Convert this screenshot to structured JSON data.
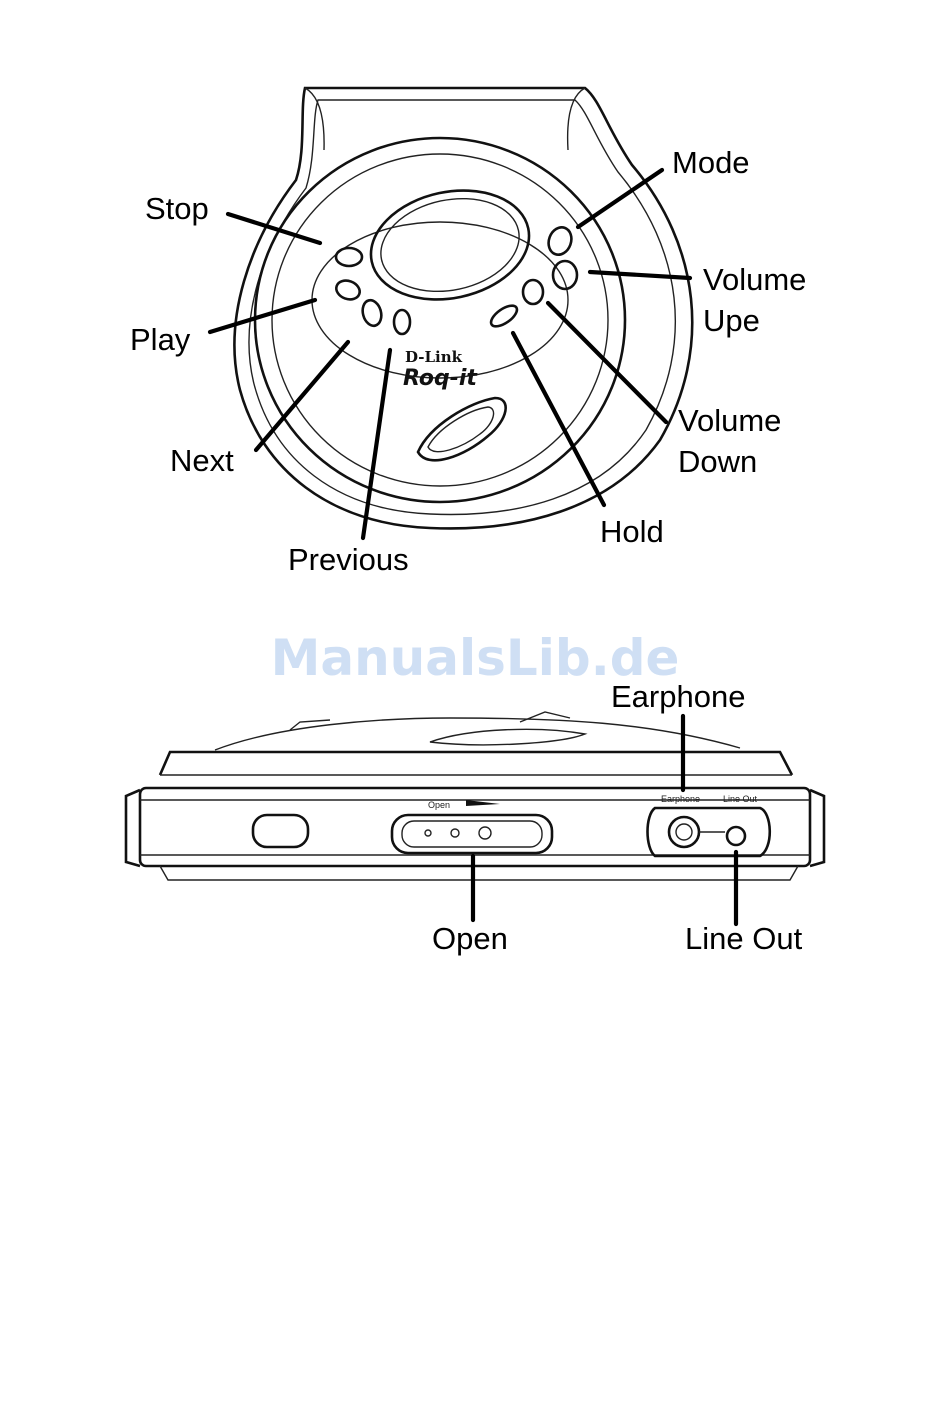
{
  "top_view": {
    "labels": {
      "stop": "Stop",
      "play": "Play",
      "next": "Next",
      "previous": "Previous",
      "mode": "Mode",
      "volume_up_1": "Volume",
      "volume_up_2": "Upe",
      "volume_down_1": "Volume",
      "volume_down_2": "Down",
      "hold": "Hold"
    },
    "brand": {
      "maker": "D-Link",
      "model": "Roq-it"
    }
  },
  "watermark": "ManualsLib.de",
  "side_view": {
    "labels": {
      "earphone": "Earphone",
      "open": "Open",
      "line_out": "Line Out"
    },
    "printed": {
      "open": "Open",
      "earphone": "Earphone",
      "line_out": "Line Out"
    }
  }
}
